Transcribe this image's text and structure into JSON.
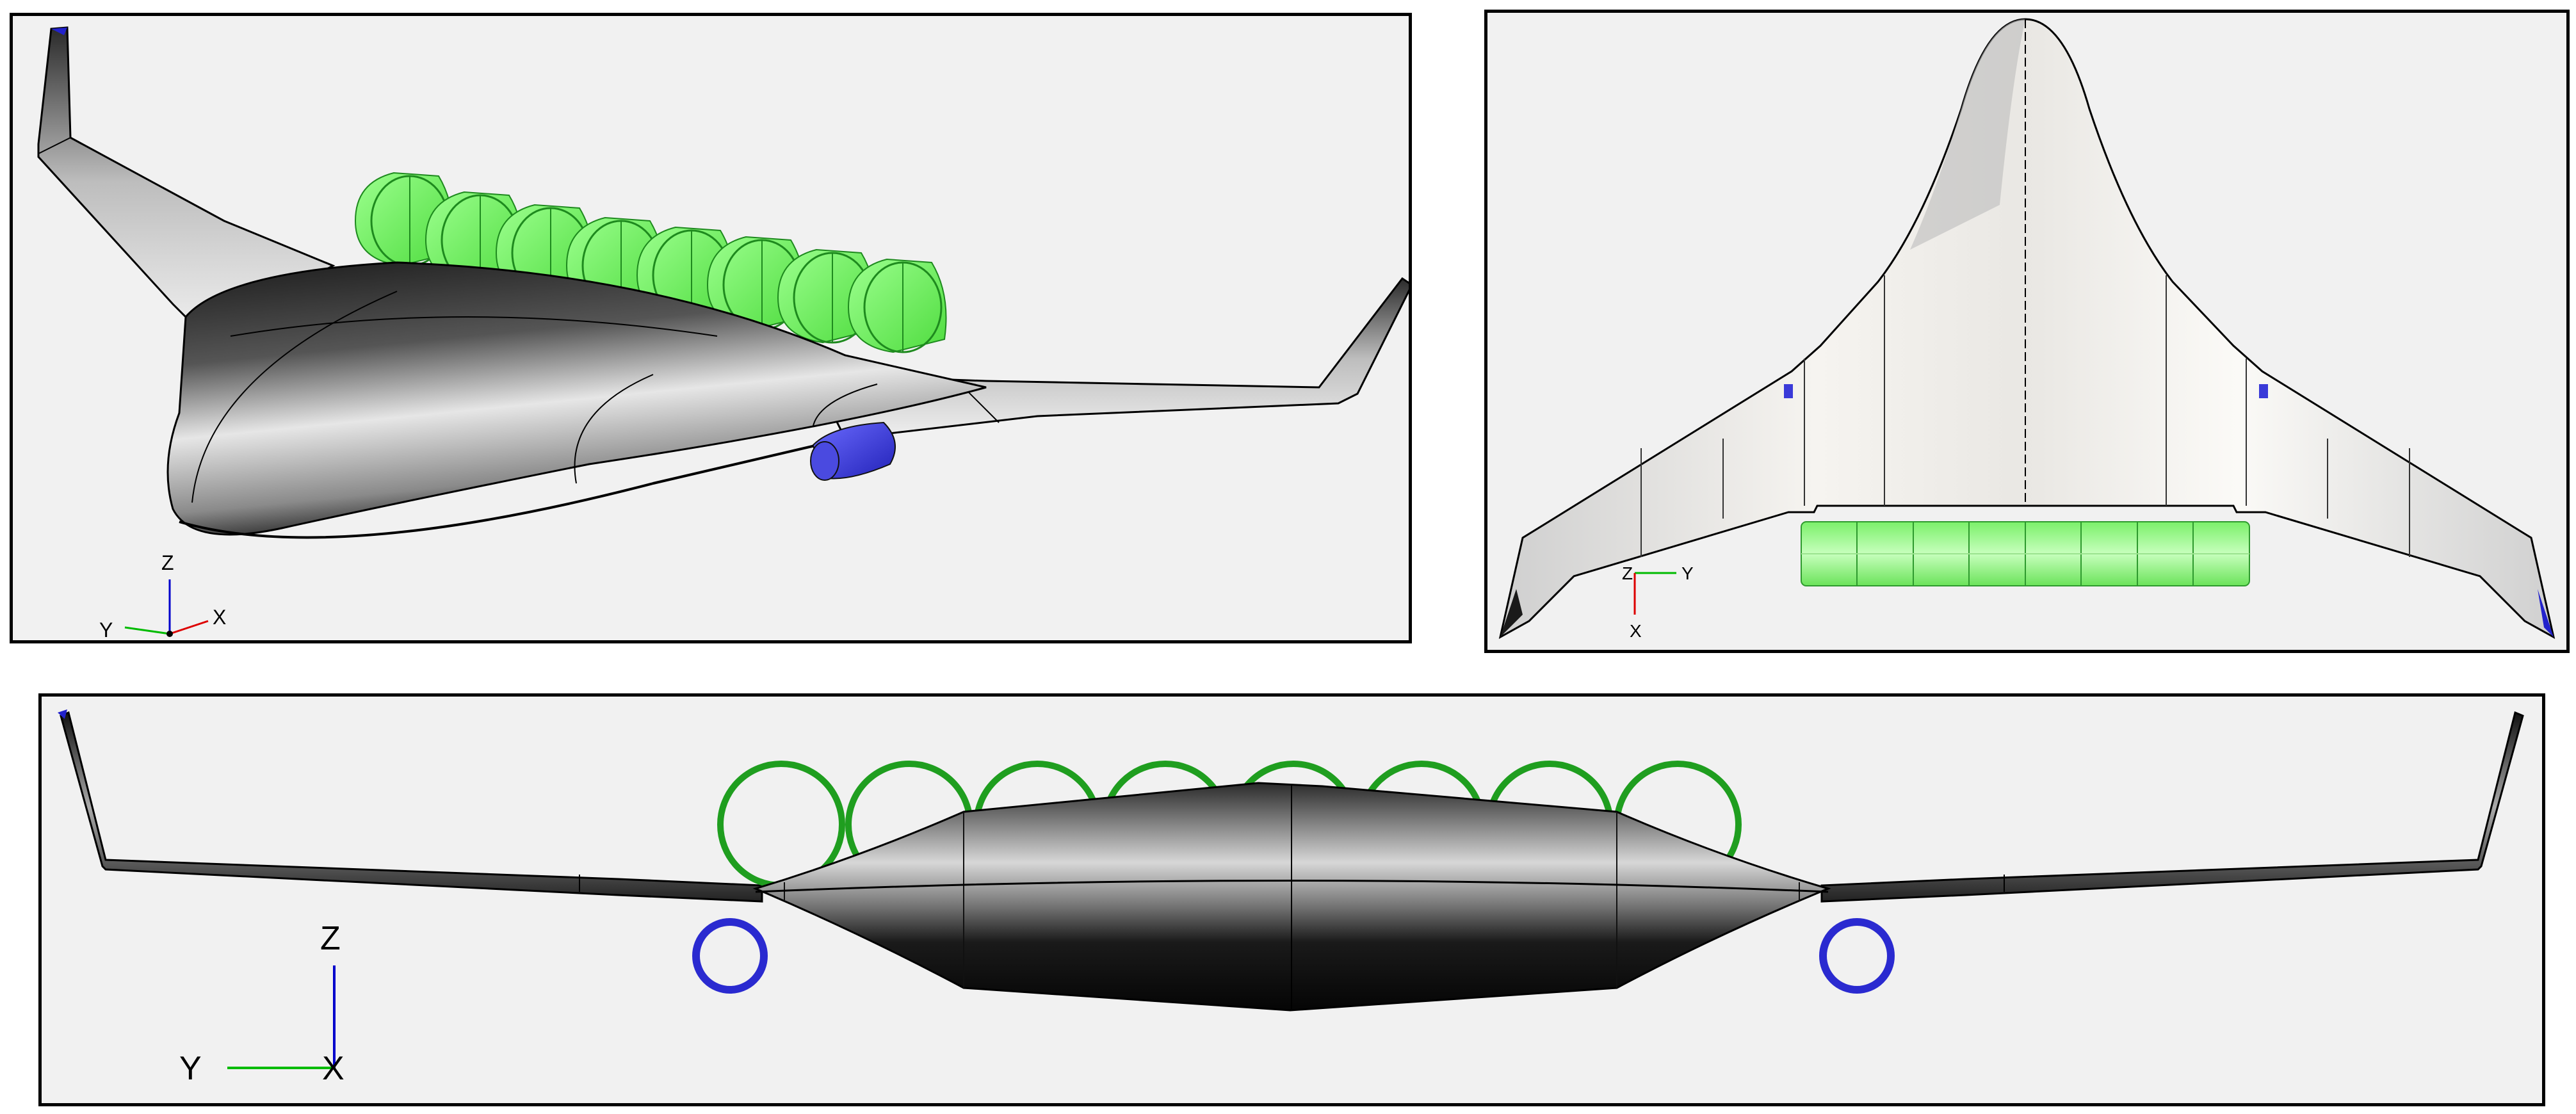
{
  "views": [
    {
      "id": "isometric",
      "triad": {
        "vertical": "Z",
        "left": "Y",
        "right": "X"
      },
      "colors": {
        "vertical_axis": "#0000cc",
        "left_axis": "#00bb00",
        "right_axis": "#dd0000"
      }
    },
    {
      "id": "top",
      "triad": {
        "vertical": "Z",
        "horizontal": "Y",
        "down": "X"
      },
      "colors": {
        "horizontal_axis": "#00bb00",
        "down_axis": "#dd0000"
      }
    },
    {
      "id": "front",
      "triad": {
        "vertical": "Z",
        "horizontal": "Y",
        "origin": "X"
      },
      "colors": {
        "vertical_axis": "#0000cc",
        "horizontal_axis": "#00bb00"
      }
    }
  ],
  "components": {
    "distributed_fans": {
      "count": 8,
      "color": "#66ee55"
    },
    "podded_engines": {
      "count": 2,
      "color": "#3a3ad8"
    }
  }
}
